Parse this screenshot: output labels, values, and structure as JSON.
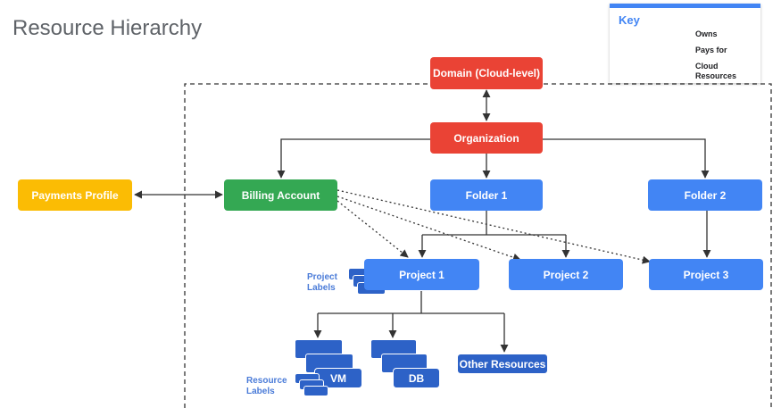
{
  "title": "Resource Hierarchy",
  "key": {
    "title": "Key",
    "owns": "Owns",
    "pays_for": "Pays for",
    "cloud_resources": "Cloud Resources"
  },
  "nodes": {
    "domain": "Domain (Cloud-level)",
    "organization": "Organization",
    "payments_profile": "Payments Profile",
    "billing_account": "Billing Account",
    "folder1": "Folder 1",
    "folder2": "Folder 2",
    "project1": "Project 1",
    "project2": "Project 2",
    "project3": "Project 3",
    "vm": "VM",
    "db": "DB",
    "other_resources": "Other Resources"
  },
  "labels": {
    "project_labels": "Project Labels",
    "resource_labels": "Resource Labels"
  },
  "colors": {
    "red": "#ea4335",
    "blue": "#4285f4",
    "dark_blue": "#2d62c7",
    "green": "#34a853",
    "yellow": "#fbbc04",
    "label_blue": "#4a7bd8",
    "title_gray": "#5f6368"
  }
}
